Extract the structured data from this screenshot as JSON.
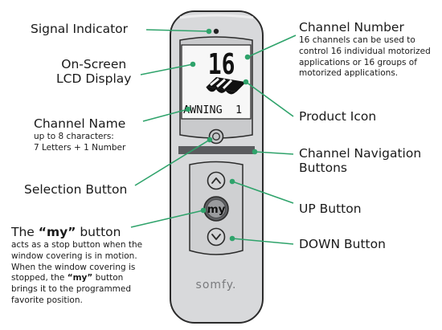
{
  "colors": {
    "callout_line": "#2fa36b",
    "remote_body": "#d8d9db",
    "remote_outline": "#2b2b2b",
    "lcd_screen": "#f7f7f7",
    "nav_bar": "#5a5b5e"
  },
  "remote": {
    "channel_number": "16",
    "channel_name_text": "AWNING  1",
    "my_button_label": "my",
    "brand_logo": "somfy.",
    "up_icon": "chevron-up-icon",
    "down_icon": "chevron-down-icon",
    "product_icon": "awning-icon",
    "signal_icon": "signal-dot-icon"
  },
  "labels": {
    "signal_indicator": "Signal Indicator",
    "lcd_display": [
      "On-Screen",
      "LCD Display"
    ],
    "channel_name": {
      "title": "Channel Name",
      "desc": [
        "up to 8 characters:",
        "7 Letters + 1 Number"
      ]
    },
    "selection_button": "Selection Button",
    "my_button": {
      "title_prefix": "The ",
      "title_bold": "“my”",
      "title_suffix": " button",
      "desc_lines": [
        "acts as a stop button when the",
        "window covering is in motion.",
        "When the window covering is"
      ],
      "desc_mixed_prefix": "stopped, the ",
      "desc_mixed_bold": "“my”",
      "desc_mixed_suffix": " button",
      "desc_tail": [
        "brings it to the programmed",
        "favorite position."
      ]
    },
    "channel_number": {
      "title": "Channel Number",
      "desc": [
        "16 channels can be used to",
        "control 16 individual motorized",
        "applications or 16 groups of",
        "motorized applications."
      ]
    },
    "product_icon": "Product Icon",
    "channel_navigation": [
      "Channel Navigation",
      "Buttons"
    ],
    "up_button": "UP Button",
    "down_button": "DOWN Button"
  }
}
